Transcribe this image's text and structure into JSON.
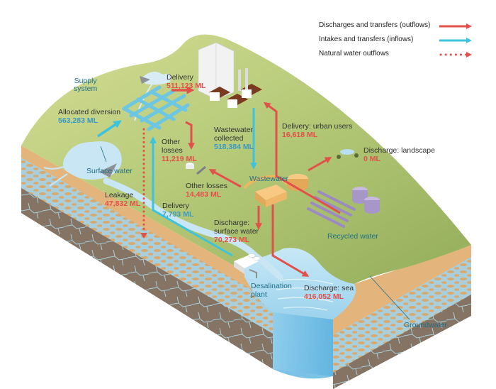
{
  "legend": {
    "items": [
      {
        "label": "Discharges and transfers (outflows)",
        "style": "solid",
        "color": "#e2504a"
      },
      {
        "label": "Intakes and transfers (inflows)",
        "style": "solid",
        "color": "#3ec3de"
      },
      {
        "label": "Natural water outflows",
        "style": "dotted",
        "color": "#e2504a"
      }
    ]
  },
  "colors": {
    "outflow": "#e2504a",
    "inflow": "#3ec3de",
    "grass": "#a9c06a",
    "soil": "#e3b57c",
    "rock": "#8a7a68",
    "water": "#a9d8ee",
    "label_teal": "#1f6f86"
  },
  "places": {
    "supply_system": "Supply system",
    "surface_water": "Surface water",
    "wastewater": "Wastewater",
    "recycled_water": "Recycled water",
    "desalination_plant_line1": "Desalination",
    "desalination_plant_line2": "plant",
    "groundwater": "Groundwater"
  },
  "flows": {
    "allocated_diversion": {
      "name": "Allocated diversion",
      "value": "563,283 ML",
      "type": "inflow"
    },
    "delivery_supply": {
      "name": "Delivery",
      "value": "511,123 ML",
      "type": "outflow"
    },
    "other_losses_1": {
      "name_line1": "Other",
      "name_line2": "losses",
      "value": "11,219 ML",
      "type": "outflow"
    },
    "leakage": {
      "name": "Leakage",
      "value": "47,832 ML",
      "type": "natural"
    },
    "wastewater_collected": {
      "name_line1": "Wastewater",
      "name_line2": "collected",
      "value": "518,384 ML",
      "type": "inflow"
    },
    "delivery_urban_users": {
      "name": "Delivery: urban users",
      "value": "16,618 ML",
      "type": "outflow"
    },
    "discharge_landscape": {
      "name": "Discharge: landscape",
      "value": "0 ML",
      "type": "outflow"
    },
    "other_losses_2": {
      "name": "Other losses",
      "value": "14,483 ML",
      "type": "outflow"
    },
    "delivery_desal": {
      "name": "Delivery",
      "value": "7,793 ML",
      "type": "inflow"
    },
    "discharge_surface_water": {
      "name_line1": "Discharge:",
      "name_line2": "surface water",
      "value": "70,273 ML",
      "type": "outflow"
    },
    "discharge_sea": {
      "name": "Discharge: sea",
      "value": "416,052 ML",
      "type": "outflow"
    }
  }
}
